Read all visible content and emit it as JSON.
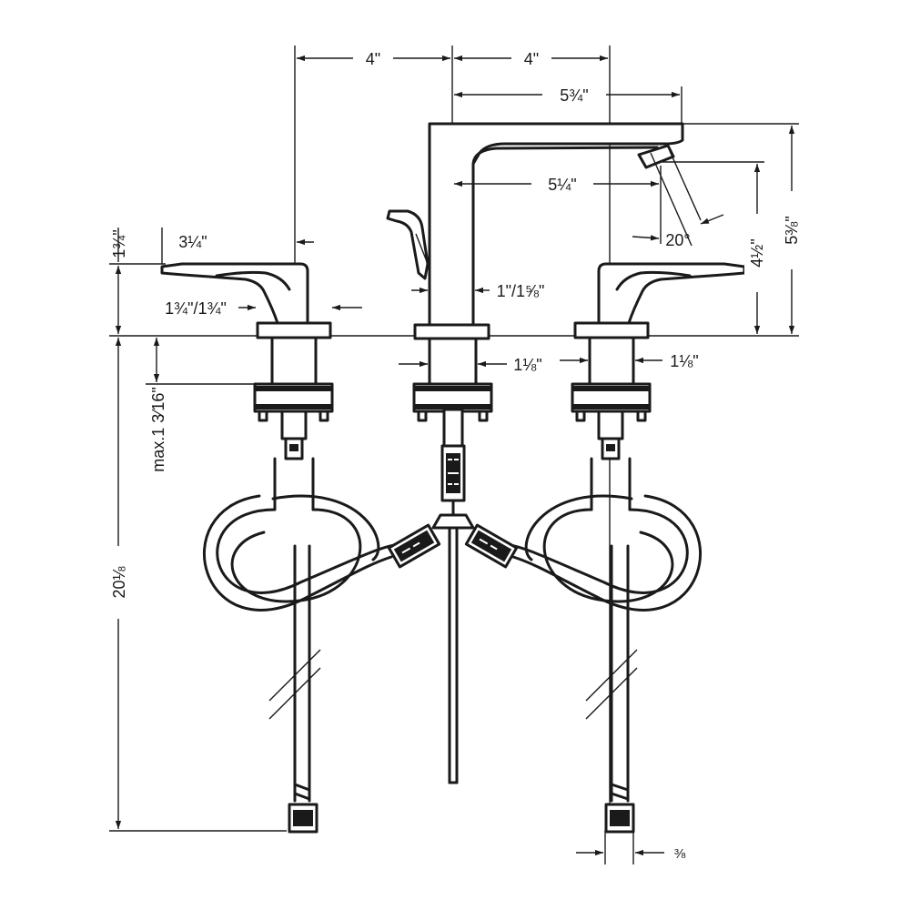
{
  "dimensions": {
    "spread_left": "4\"",
    "spread_right": "4\"",
    "spout_reach_total": "5¾\"",
    "spout_reach": "5¼\"",
    "spray_angle": "20°",
    "spout_outlet_height": "4½\"",
    "spout_total_height": "5⅜\"",
    "handle_height": "1¾\"",
    "handle_length": "3¼\"",
    "handle_base": "1¾\"/1¾\"",
    "spout_base": "1\"/1⅝\"",
    "shank_center": "1⅛\"",
    "shank_right": "1⅛\"",
    "max_deck_thickness": "max.1 3⁄16\"",
    "hose_length": "20⅛",
    "connection_size": "⅜"
  }
}
